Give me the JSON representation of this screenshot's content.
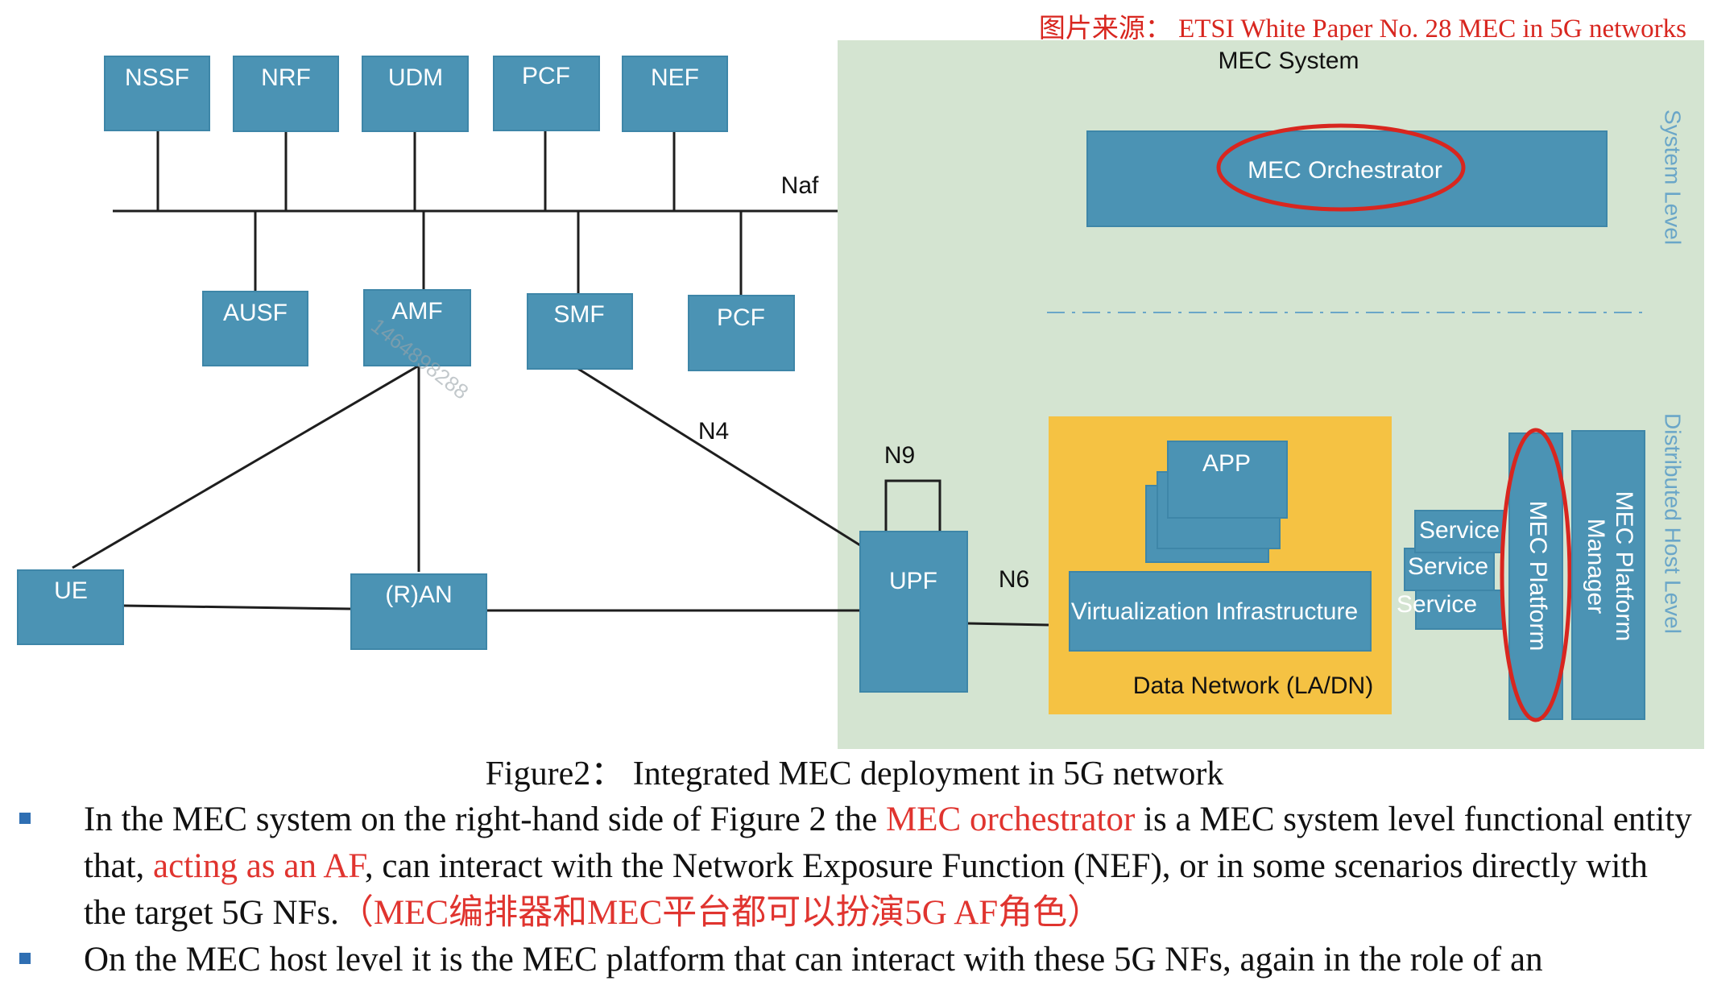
{
  "source_note": "图片来源： ETSI White Paper No. 28 MEC in 5G networks",
  "diagram": {
    "top_nfs": [
      "NSSF",
      "NRF",
      "UDM",
      "PCF",
      "NEF"
    ],
    "mid_nfs": [
      "AUSF",
      "AMF",
      "SMF",
      "PCF"
    ],
    "naf_label": "Naf",
    "ue": "UE",
    "ran": "(R)AN",
    "upf": "UPF",
    "n4": "N4",
    "n9": "N9",
    "n6": "N6",
    "mec_system_title": "MEC System",
    "mec_orchestrator": "MEC Orchestrator",
    "system_level": "System Level",
    "distributed_host_level": "Distributed Host Level",
    "app": "APP",
    "virtualization_infrastructure": "Virtualization Infrastructure",
    "data_network": "Data Network (LA/DN)",
    "services": [
      "Service",
      "Service",
      "Service"
    ],
    "mec_platform": "MEC Platform",
    "mec_platform_manager_line1": "MEC Platform",
    "mec_platform_manager_line2": "Manager",
    "watermark": "1464898288",
    "colors": {
      "box": "#4b93b4",
      "mec_bg": "#d4e4d1",
      "dn": "#f5c243",
      "highlight": "#d8261f",
      "level_text": "#6aa6c8"
    }
  },
  "caption": "Figure2： Integrated MEC deployment in 5G network",
  "bullets": [
    {
      "p1": "In the MEC system on the right-hand side of Figure 2 the ",
      "r1": "MEC orchestrator",
      "p2": " is a MEC system level functional entity that, ",
      "r2": "acting as an AF",
      "p3": ", can interact with the Network Exposure Function (NEF), or in some scenarios directly with the target 5G NFs.",
      "r3": "（MEC编排器和MEC平台都可以扮演5G AF角色）"
    },
    {
      "p1": "On the MEC host level it is the MEC platform that can interact with these 5G NFs, again in the role of an"
    }
  ]
}
